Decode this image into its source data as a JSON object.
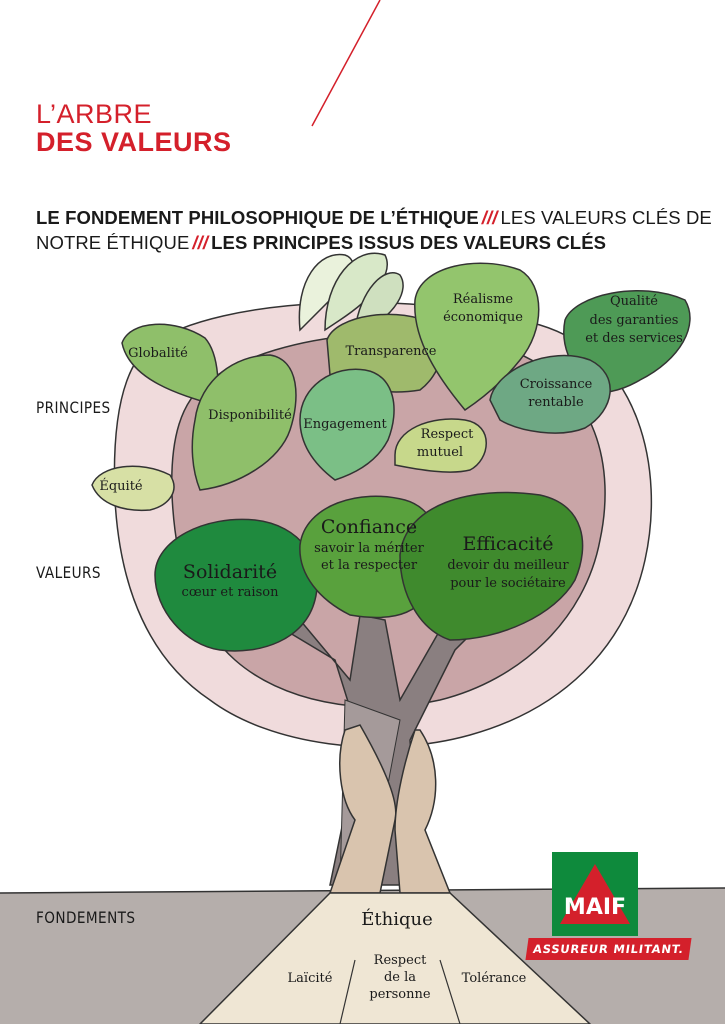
{
  "title": {
    "line1": "L’ARBRE",
    "line2": "DES VALEURS"
  },
  "subtitle": {
    "part1": "LE FONDEMENT PHILOSOPHIQUE DE L’ÉTHIQUE",
    "separator": "///",
    "part2": "LES VALEURS CLÉS DE NOTRE ÉTHIQUE",
    "part3": "LES PRINCIPES ISSUS DES VALEURS CLÉS"
  },
  "side_labels": {
    "principes": "PRINCIPES",
    "valeurs": "VALEURS",
    "fondements": "FONDEMENTS"
  },
  "principles": {
    "globalite": "Globalité",
    "transparence": "Transparence",
    "realisme": [
      "Réalisme",
      "économique"
    ],
    "qualite": [
      "Qualité",
      "des garanties",
      "et des services"
    ],
    "croissance": [
      "Croissance",
      "rentable"
    ],
    "disponibilite": "Disponibilité",
    "engagement": "Engagement",
    "respect_mutuel": [
      "Respect",
      "mutuel"
    ],
    "equite": "Équité"
  },
  "values": {
    "solidarite": {
      "name": "Solidarité",
      "sub": [
        "cœur et raison"
      ]
    },
    "confiance": {
      "name": "Confiance",
      "sub": [
        "savoir la mériter",
        "et la respecter"
      ]
    },
    "efficacite": {
      "name": "Efficacité",
      "sub": [
        "devoir du meilleur",
        "pour le sociétaire"
      ]
    }
  },
  "foundations": {
    "ethique": "Éthique",
    "laicite": "Laïcité",
    "respect_personne": [
      "Respect",
      "de la",
      "personne"
    ],
    "tolerance": "Tolérance"
  },
  "logo": {
    "brand": "MAIF",
    "tagline": "ASSUREUR MILITANT."
  },
  "colors": {
    "accent": "#d4202b",
    "brand_green": "#0e8a3c",
    "canopy": "#c9a5a7",
    "ground": "#b5aeab"
  }
}
